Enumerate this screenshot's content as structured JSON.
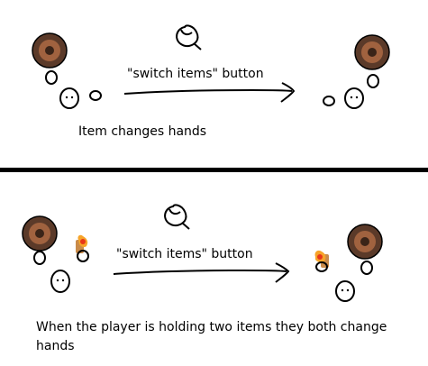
{
  "panels": {
    "top": {
      "button_label": "\"switch items\" button",
      "caption": "Item changes hands"
    },
    "bottom": {
      "button_label": "\"switch items\" button",
      "caption": "When the player is holding two items they both change hands"
    }
  },
  "colors": {
    "head_outer": "#5b3a29",
    "head_inner": "#a0623f",
    "head_center": "#3a2418",
    "torch_wood": "#c98b4a",
    "flame_red": "#e8371a",
    "flame_orange": "#f6a42a",
    "ink": "#000000",
    "background": "#ffffff"
  },
  "icons": {
    "top_mouse": "mouse-icon",
    "bottom_mouse": "mouse-icon",
    "held_item": "torch-icon"
  }
}
